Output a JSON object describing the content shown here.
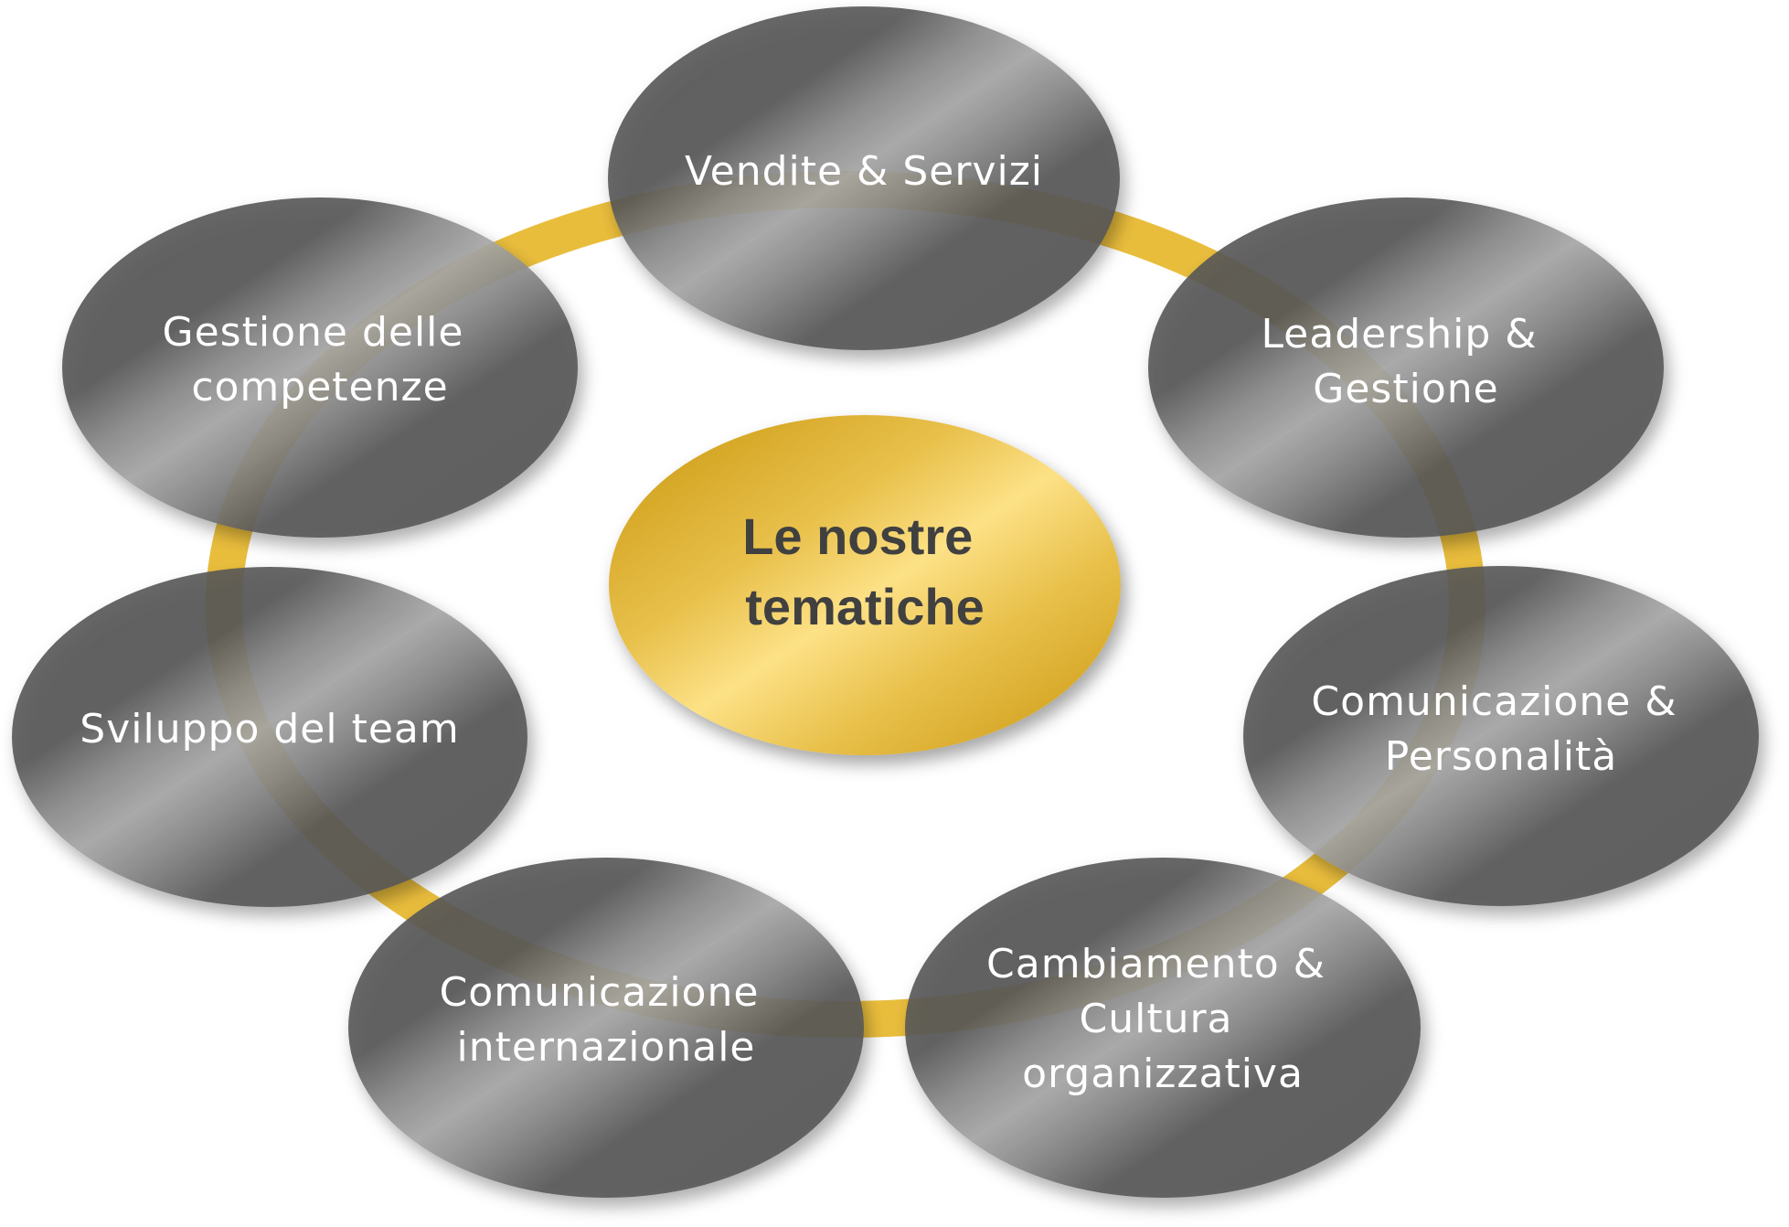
{
  "center": {
    "title_lines": [
      "Le nostre",
      "tematiche"
    ]
  },
  "topics": [
    {
      "id": "vendite",
      "lines": [
        "Vendite & Servizi"
      ]
    },
    {
      "id": "leadership",
      "lines": [
        "Leadership &",
        "Gestione"
      ]
    },
    {
      "id": "comunicazione-personalita",
      "lines": [
        "Comunicazione &",
        "Personalità"
      ]
    },
    {
      "id": "cambiamento",
      "lines": [
        "Cambiamento &",
        "Cultura",
        "organizzativa"
      ]
    },
    {
      "id": "comunicazione-internazionale",
      "lines": [
        "Comunicazione",
        "internazionale"
      ]
    },
    {
      "id": "sviluppo-team",
      "lines": [
        "Sviluppo del team"
      ]
    },
    {
      "id": "gestione-competenze",
      "lines": [
        "Gestione delle",
        "competenze"
      ]
    }
  ],
  "colors": {
    "ring": "#e9bd3c",
    "topic_dark": "#555555",
    "topic_light": "#a6a6a6",
    "gold_dark": "#c9960e",
    "gold_light": "#fde186",
    "center_text": "#404040",
    "topic_text": "#ffffff"
  }
}
